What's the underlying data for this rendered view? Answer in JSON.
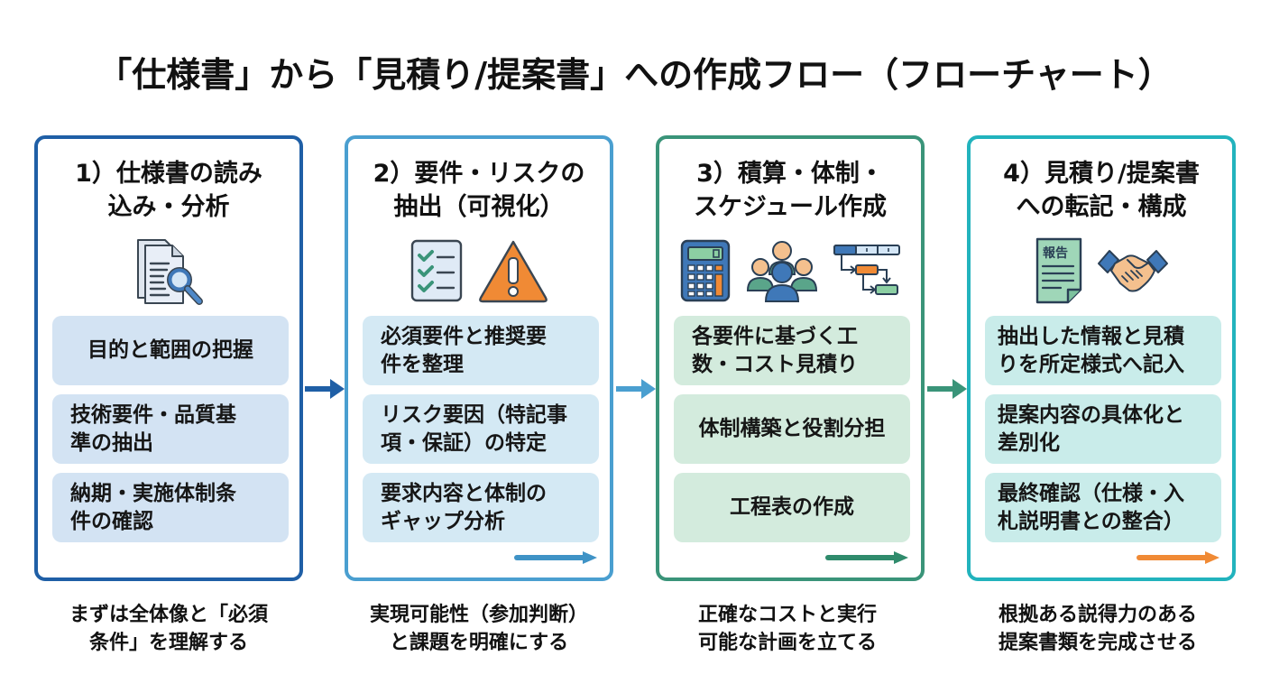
{
  "title": "「仕様書」から「見積り/提案書」への作成フロー（フローチャート）",
  "steps": [
    {
      "title_line1": "1）仕様書の読み",
      "title_line2": "込み・分析",
      "border_color": "#1f5fa6",
      "item_bg": "#d3e3f3",
      "arrow_color": "#1f5fa6",
      "icons": [
        "document-search-icon"
      ],
      "items": [
        {
          "line1": "目的と範囲の把握",
          "line2": ""
        },
        {
          "line1": "技術要件・品質基",
          "line2": "準の抽出"
        },
        {
          "line1": "納期・実施体制条",
          "line2": "件の確認"
        }
      ],
      "caption_line1": "まずは全体像と「必須",
      "caption_line2": "条件」を理解する"
    },
    {
      "title_line1": "2）要件・リスクの",
      "title_line2": "抽出（可視化）",
      "border_color": "#4a9fd0",
      "item_bg": "#d4e9f4",
      "arrow_color": "#3f93c6",
      "icons": [
        "checklist-icon",
        "warning-icon"
      ],
      "items": [
        {
          "line1": "必須要件と推奨要",
          "line2": "件を整理"
        },
        {
          "line1": "リスク要因（特記事",
          "line2": "項・保証）の特定"
        },
        {
          "line1": "要求内容と体制の",
          "line2": "ギャップ分析"
        }
      ],
      "caption_line1": "実現可能性（参加判断）",
      "caption_line2": "と課題を明確にする"
    },
    {
      "title_line1": "3）積算・体制・",
      "title_line2": "スケジュール作成",
      "border_color": "#3a9479",
      "item_bg": "#d3ebdd",
      "arrow_color": "#2f8b6c",
      "icons": [
        "calculator-icon",
        "team-icon",
        "gantt-chart-icon"
      ],
      "items": [
        {
          "line1": "各要件に基づく工",
          "line2": "数・コスト見積り"
        },
        {
          "line1": "体制構築と役割分担",
          "line2": ""
        },
        {
          "line1": "工程表の作成",
          "line2": ""
        }
      ],
      "caption_line1": "正確なコストと実行",
      "caption_line2": "可能な計画を立てる"
    },
    {
      "title_line1": "4）見積り/提案書",
      "title_line2": "への転記・構成",
      "border_color": "#22b3bd",
      "item_bg": "#c9ecea",
      "arrow_color": "#f08a35",
      "icons": [
        "report-document-icon",
        "handshake-icon"
      ],
      "report_label": "報告",
      "items": [
        {
          "line1": "抽出した情報と見積",
          "line2": "りを所定様式へ記入"
        },
        {
          "line1": "提案内容の具体化と",
          "line2": "差別化"
        },
        {
          "line1": "最終確認（仕様・入",
          "line2": "札説明書との整合）"
        }
      ],
      "caption_line1": "根拠ある説得力のある",
      "caption_line2": "提案書類を完成させる"
    }
  ],
  "connectors": [
    {
      "from": 1,
      "to": 2,
      "color": "#1f5fa6"
    },
    {
      "from": 2,
      "to": 3,
      "color": "#4a9fd0"
    },
    {
      "from": 3,
      "to": 4,
      "color": "#3a9479"
    }
  ]
}
